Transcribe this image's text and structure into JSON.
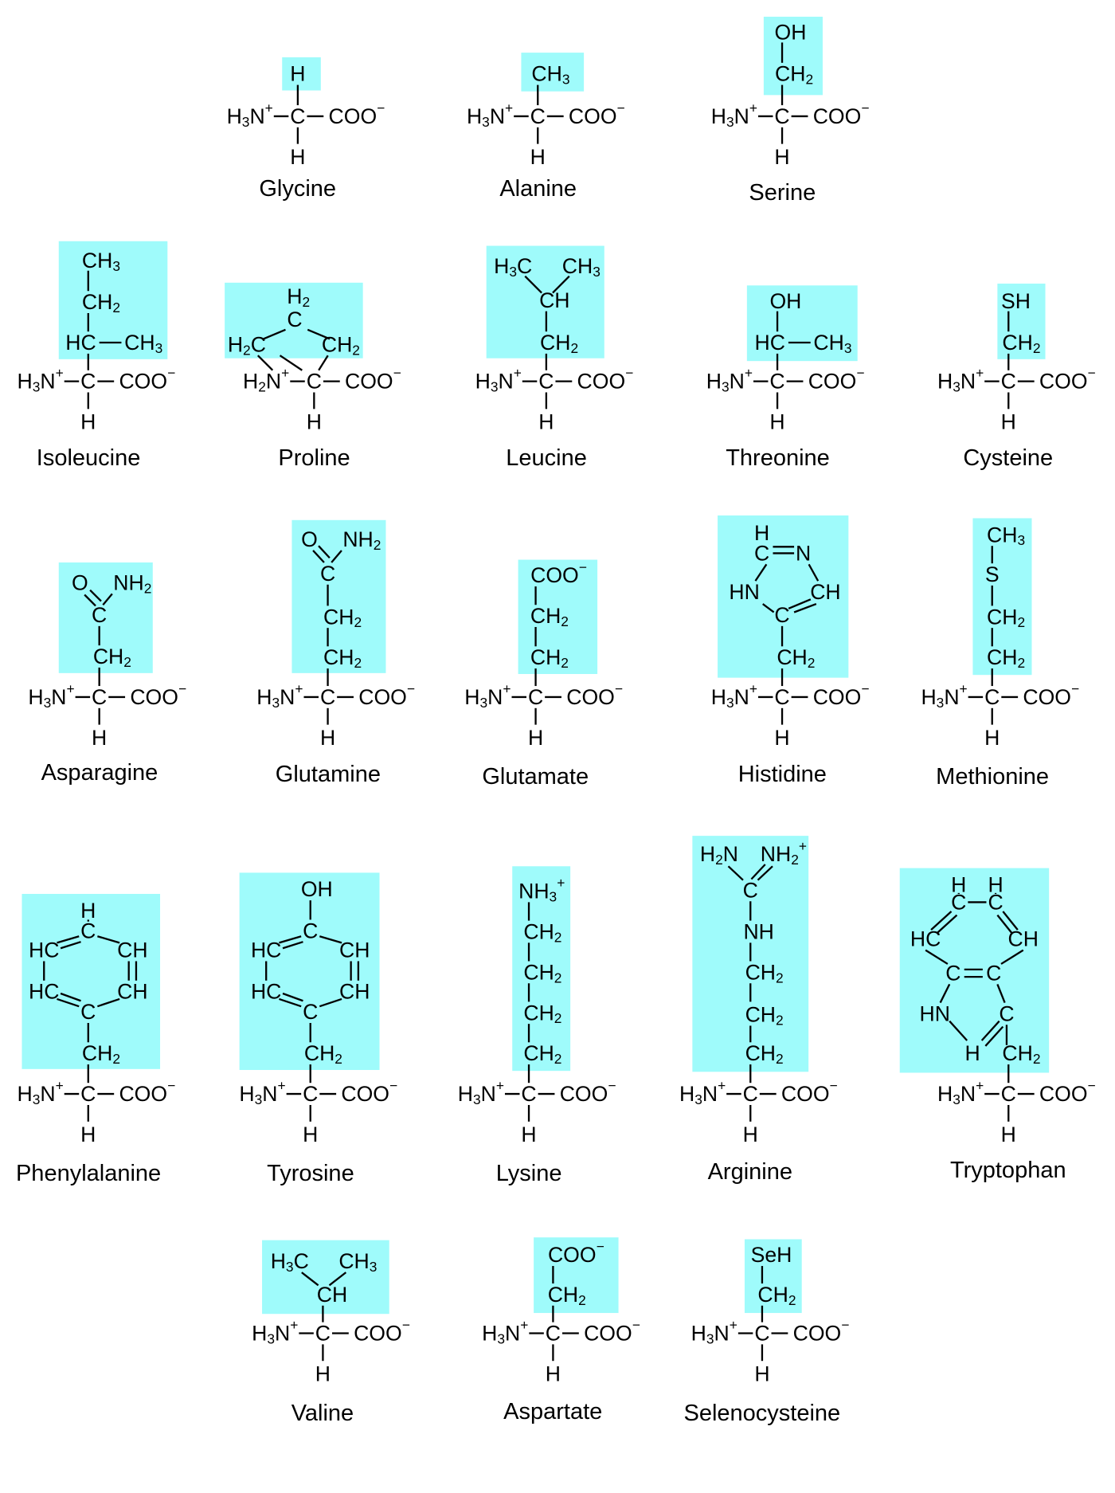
{
  "highlight_color": "#9ffbfb",
  "backbone": {
    "amine": "H3N+",
    "carboxylate": "COO−",
    "alpha_carbon": "C",
    "alpha_h": "H",
    "proline_amine": "H2N+"
  },
  "amino_acids": [
    {
      "name": "Glycine",
      "side_chain": [
        "H"
      ]
    },
    {
      "name": "Alanine",
      "side_chain": [
        "CH3"
      ]
    },
    {
      "name": "Serine",
      "side_chain": [
        "OH",
        "CH2"
      ]
    },
    {
      "name": "Isoleucine",
      "side_chain": [
        "CH3",
        "CH2",
        "HC",
        "CH3"
      ]
    },
    {
      "name": "Proline",
      "side_chain": [
        "H2",
        "C",
        "H2C",
        "CH2"
      ]
    },
    {
      "name": "Leucine",
      "side_chain": [
        "H3C",
        "CH3",
        "CH",
        "CH2"
      ]
    },
    {
      "name": "Threonine",
      "side_chain": [
        "OH",
        "HC",
        "CH3"
      ]
    },
    {
      "name": "Cysteine",
      "side_chain": [
        "SH",
        "CH2"
      ]
    },
    {
      "name": "Asparagine",
      "side_chain": [
        "O",
        "NH2",
        "C",
        "CH2"
      ]
    },
    {
      "name": "Glutamine",
      "side_chain": [
        "O",
        "NH2",
        "C",
        "CH2",
        "CH2"
      ]
    },
    {
      "name": "Glutamate",
      "side_chain": [
        "COO−",
        "CH2",
        "CH2"
      ]
    },
    {
      "name": "Histidine",
      "side_chain": [
        "H",
        "C",
        "N",
        "HN",
        "CH",
        "C",
        "CH2"
      ]
    },
    {
      "name": "Methionine",
      "side_chain": [
        "CH3",
        "S",
        "CH2",
        "CH2"
      ]
    },
    {
      "name": "Phenylalanine",
      "side_chain": [
        "H",
        "C",
        "HC",
        "CH",
        "HC",
        "CH",
        "C",
        "CH2"
      ]
    },
    {
      "name": "Tyrosine",
      "side_chain": [
        "OH",
        "C",
        "HC",
        "CH",
        "HC",
        "CH",
        "C",
        "CH2"
      ]
    },
    {
      "name": "Lysine",
      "side_chain": [
        "NH3+",
        "CH2",
        "CH2",
        "CH2",
        "CH2"
      ]
    },
    {
      "name": "Arginine",
      "side_chain": [
        "H2N",
        "NH2+",
        "C",
        "NH",
        "CH2",
        "CH2",
        "CH2"
      ]
    },
    {
      "name": "Tryptophan",
      "side_chain": [
        "H",
        "H",
        "C",
        "C",
        "HC",
        "CH",
        "C",
        "C",
        "HN",
        "C",
        "H",
        "CH2"
      ]
    },
    {
      "name": "Valine",
      "side_chain": [
        "H3C",
        "CH3",
        "CH"
      ]
    },
    {
      "name": "Aspartate",
      "side_chain": [
        "COO−",
        "CH2"
      ]
    },
    {
      "name": "Selenocysteine",
      "side_chain": [
        "SeH",
        "CH2"
      ]
    }
  ]
}
